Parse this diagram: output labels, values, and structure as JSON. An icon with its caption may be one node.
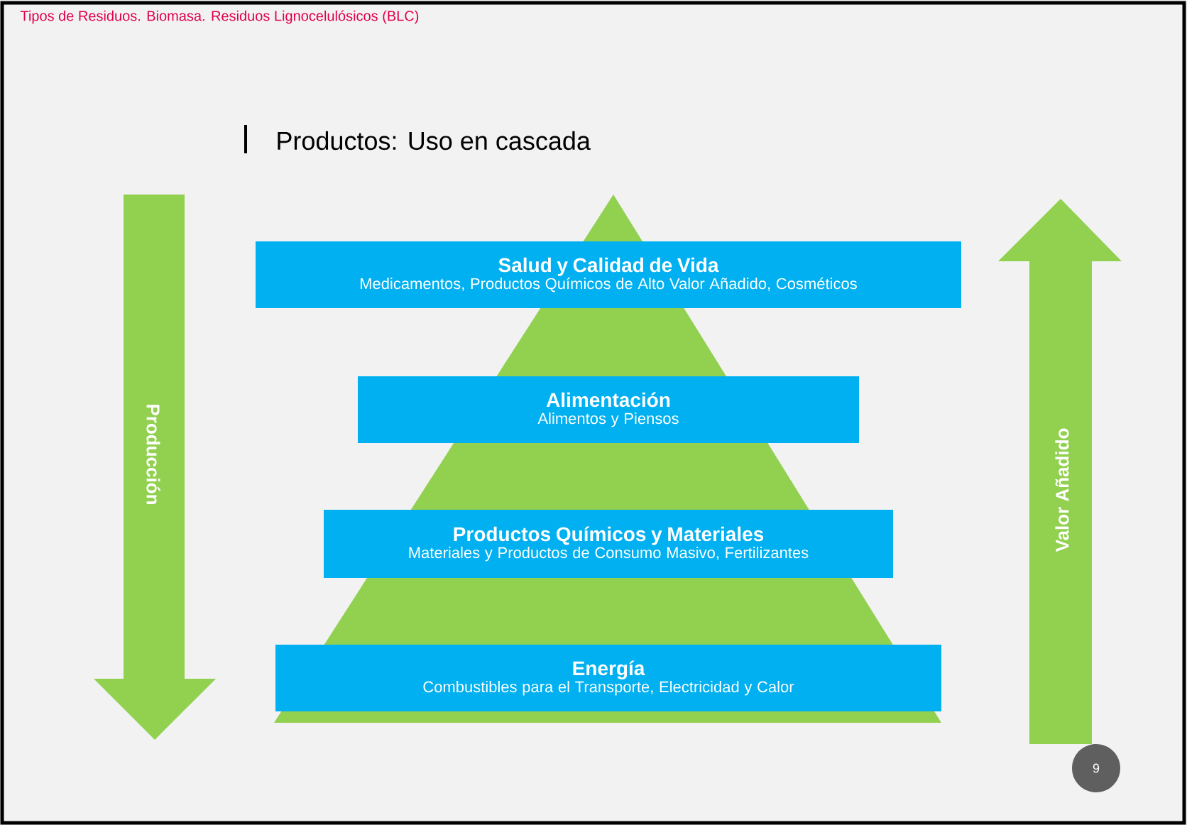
{
  "diagram": {
    "title": "Productos: Uso en cascada",
    "nodes": [
      {
        "text": [
          "Salud y Calidad de Vida",
          "Medicamentos, Productos Químicos de Alto Valor Añadido, Cosméticos"
        ]
      },
      {
        "text": [
          "Alimentación",
          "Alimentos y Piensos"
        ]
      },
      {
        "text": [
          "Productos Químicos y Materiales",
          "Materiales y Productos de Consumo Masivo, Fertilizantes"
        ]
      },
      {
        "text": [
          "Energía",
          "Combustibles para el Transporte, Electricidad y Calor"
        ]
      }
    ],
    "labels": [
      "Tipos de Residuos. Biomasa. Residuos Lignocelulósicos (BLC)",
      "Producción",
      "Valor Añadido",
      "9"
    ]
  }
}
